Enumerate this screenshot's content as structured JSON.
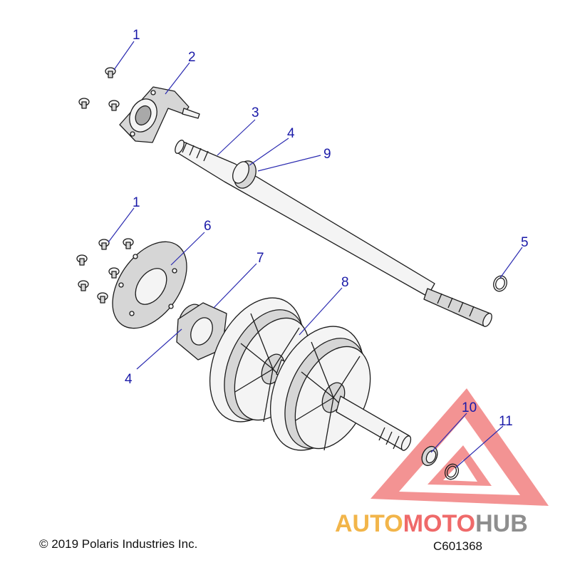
{
  "diagram": {
    "callouts": [
      {
        "id": "c1a",
        "label": "1"
      },
      {
        "id": "c2",
        "label": "2"
      },
      {
        "id": "c3",
        "label": "3"
      },
      {
        "id": "c4a",
        "label": "4"
      },
      {
        "id": "c9",
        "label": "9"
      },
      {
        "id": "c1b",
        "label": "1"
      },
      {
        "id": "c6",
        "label": "6"
      },
      {
        "id": "c7",
        "label": "7"
      },
      {
        "id": "c8",
        "label": "8"
      },
      {
        "id": "c5",
        "label": "5"
      },
      {
        "id": "c4b",
        "label": "4"
      },
      {
        "id": "c10",
        "label": "10"
      },
      {
        "id": "c11",
        "label": "11"
      }
    ]
  },
  "footer": {
    "copyright": "© 2019 Polaris Industries Inc.",
    "drawing_id": "C601368"
  },
  "watermark": {
    "text_part1": "AUTO",
    "text_part2": "MOTO",
    "text_part3": "HUB",
    "colors": {
      "part1": "#f2b54a",
      "part2": "#ef6a6a",
      "part3": "#8e8e8e",
      "triangle": "#ef7070"
    }
  }
}
